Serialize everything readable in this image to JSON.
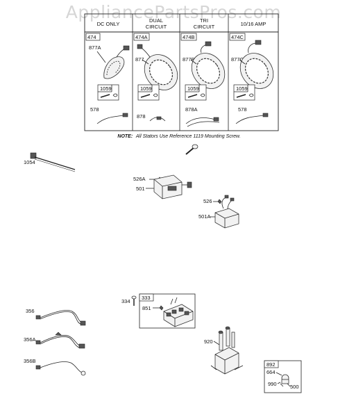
{
  "watermark": "AppliancePartsPros.com",
  "table": {
    "headers": [
      "DC ONLY",
      "DUAL CIRCUIT",
      "TRI CIRCUIT",
      "10/16 AMP"
    ],
    "header_lines": [
      [
        "DC ONLY"
      ],
      [
        "DUAL",
        "CIRCUIT"
      ],
      [
        "TRI",
        "CIRCUIT"
      ],
      [
        "10/16 AMP"
      ]
    ],
    "kit_numbers": [
      "474",
      "474A",
      "474B",
      "474C"
    ],
    "stator_numbers": [
      "877A",
      "877",
      "877B",
      "877C"
    ],
    "screw_numbers": [
      "1059",
      "1059",
      "1059",
      "1059"
    ],
    "harness_numbers": [
      "578",
      "878",
      "878A",
      "578"
    ]
  },
  "note": {
    "prefix": "NOTE:",
    "text": "All Stators Use Reference 1119    Mounting Screw."
  },
  "parts": {
    "p1054": "1054",
    "p526A": "526A",
    "p501": "501",
    "p526": "526",
    "p501A": "501A",
    "p334": "334",
    "p333": "333",
    "p851": "851",
    "p356": "356",
    "p356A": "356A",
    "p356B": "356B",
    "p920": "920",
    "p892": "892",
    "p664": "664",
    "p990": "990",
    "p500": "500"
  }
}
